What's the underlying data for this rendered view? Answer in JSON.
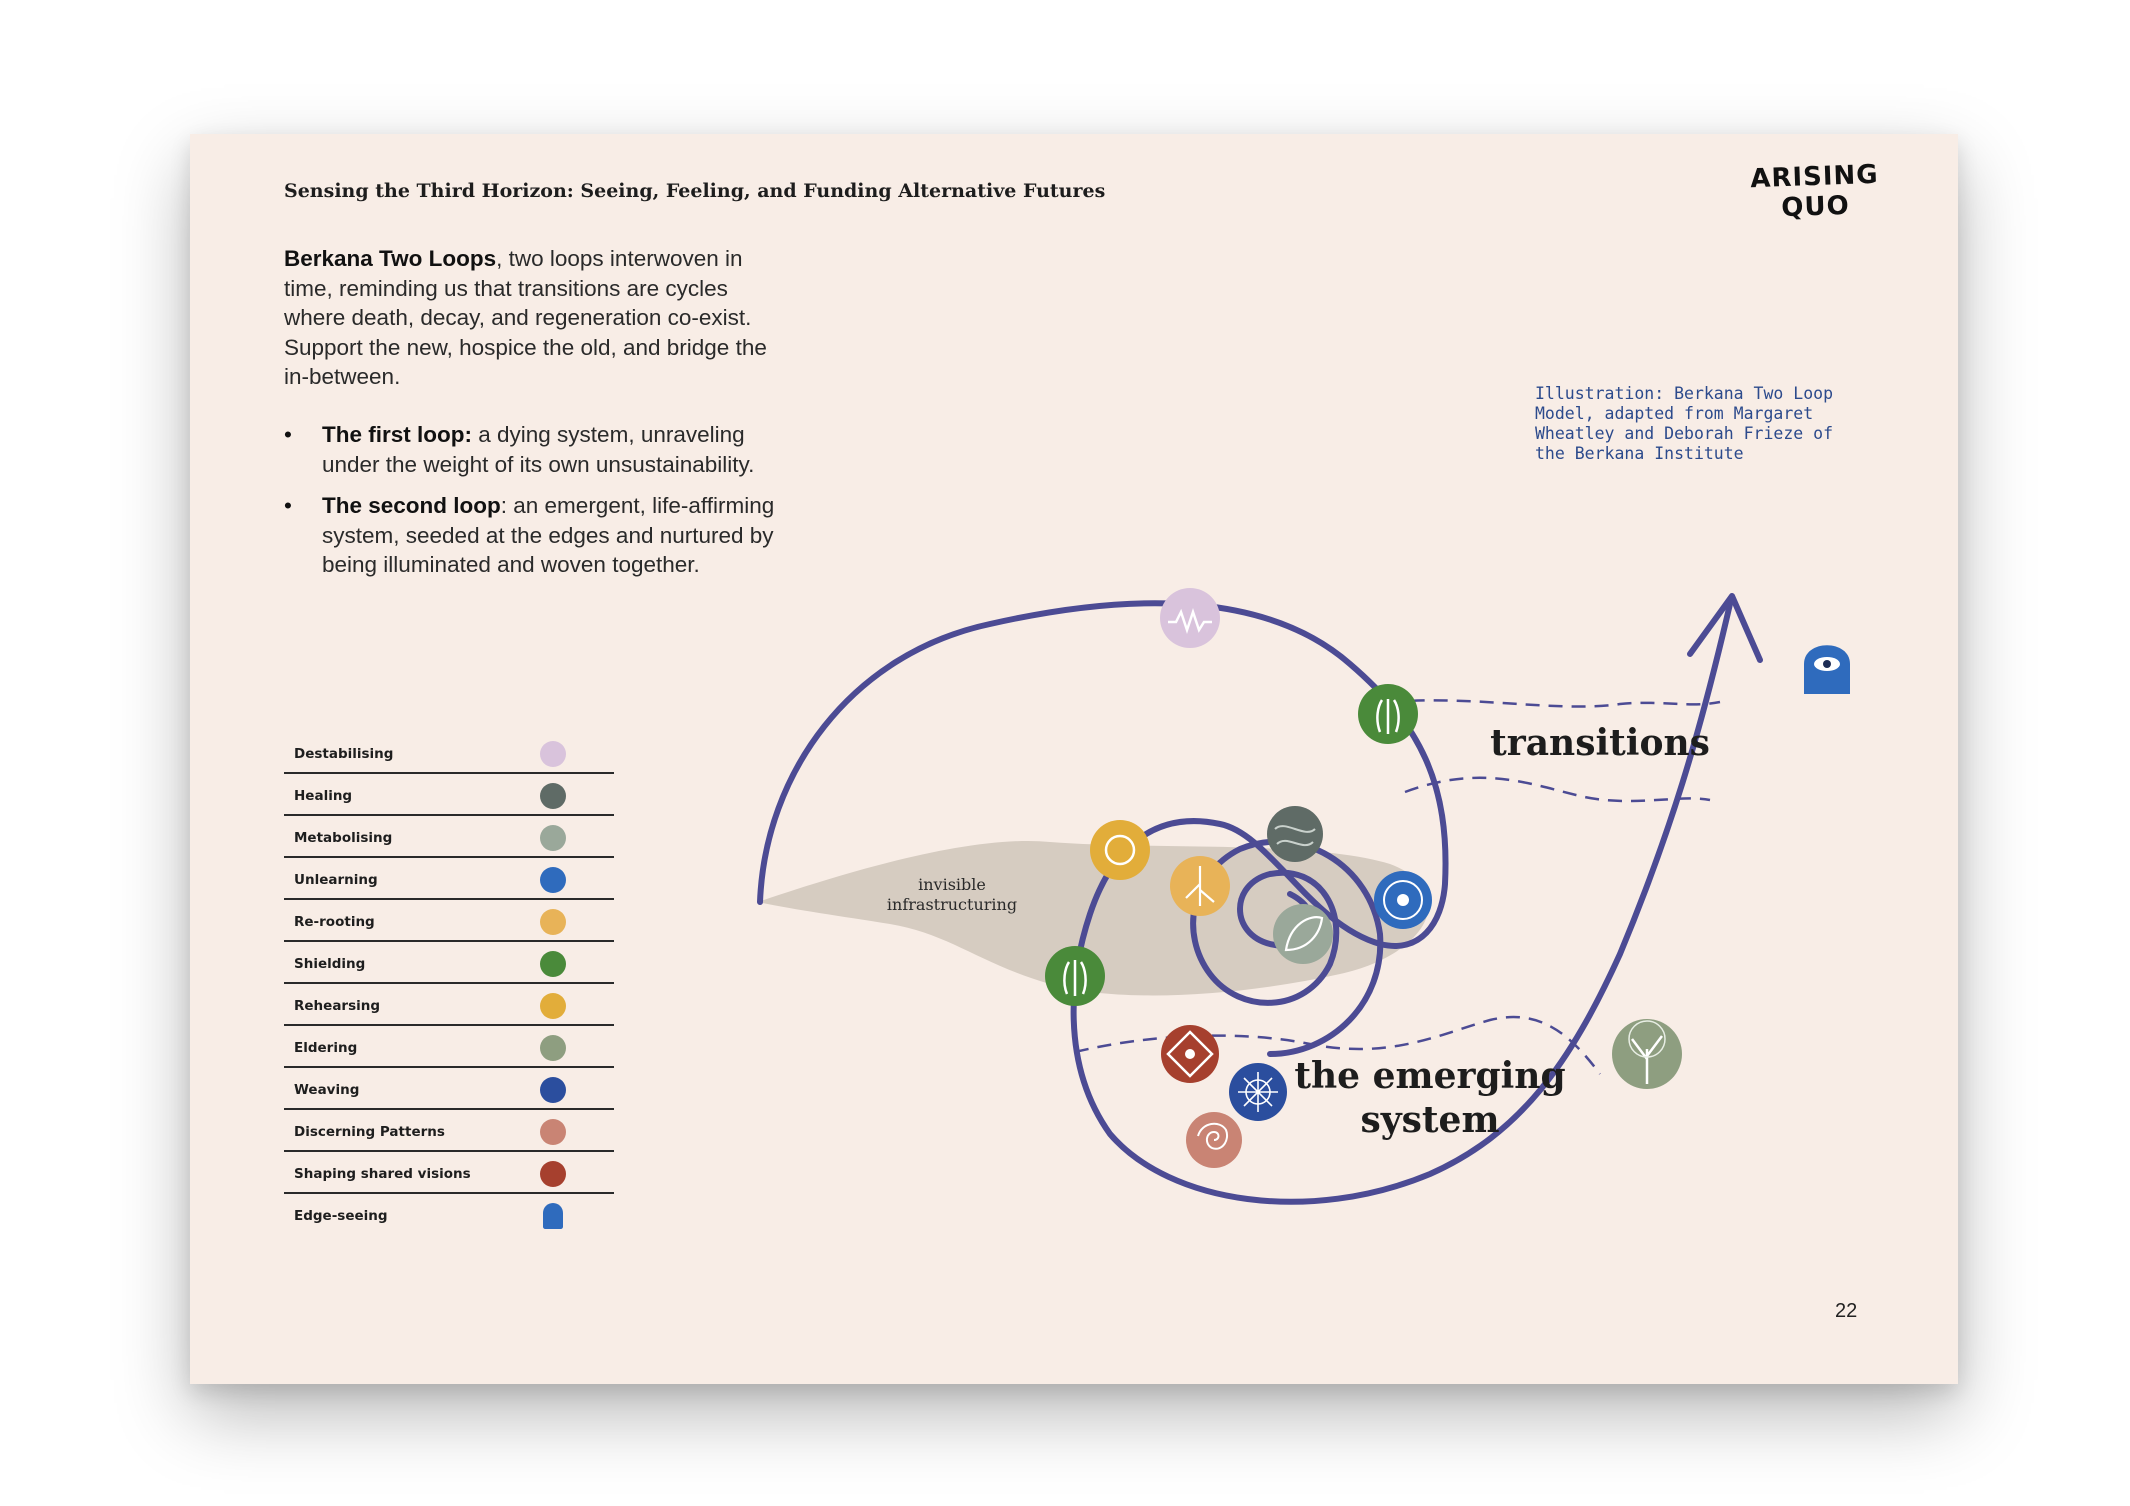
{
  "header": {
    "title": "Sensing the Third Horizon: Seeing, Feeling, and Funding Alternative Futures",
    "logo_line1": "ARISING",
    "logo_line2": "QUO"
  },
  "intro": {
    "heading": "Berkana Two Loops",
    "text": ", two loops interwoven in time, reminding us that transitions are cycles where death, decay, and regeneration co-exist. Support the new, hospice the old, and bridge the in-between."
  },
  "loops": [
    {
      "term": "The first loop:",
      "text": " a dying system, unraveling under the weight of its own unsustainability."
    },
    {
      "term": "The second loop",
      "text": ": an emergent, life-affirming system, seeded at the edges and nurtured by being illuminated and woven together."
    }
  ],
  "caption": "Illustration: Berkana Two Loop Model, adapted from Margaret Wheatley and Deborah Frieze of the Berkana Institute",
  "legend": [
    {
      "label": "Destabilising",
      "color": "#d9c3dc",
      "icon": "zigzag-icon"
    },
    {
      "label": "Healing",
      "color": "#5f6b66",
      "icon": "texture-icon"
    },
    {
      "label": "Metabolising",
      "color": "#9aa89a",
      "icon": "leaf-icon"
    },
    {
      "label": "Unlearning",
      "color": "#2f6bbd",
      "icon": "starburst-icon"
    },
    {
      "label": "Re-rooting",
      "color": "#e8b358",
      "icon": "roots-icon"
    },
    {
      "label": "Shielding",
      "color": "#4a8a3a",
      "icon": "plant-icon"
    },
    {
      "label": "Rehearsing",
      "color": "#e2ad3a",
      "icon": "cycle-icon"
    },
    {
      "label": "Eldering",
      "color": "#8e9e80",
      "icon": "tree-icon"
    },
    {
      "label": "Weaving",
      "color": "#2b4e9e",
      "icon": "web-icon"
    },
    {
      "label": "Discerning Patterns",
      "color": "#c98474",
      "icon": "spiral-icon"
    },
    {
      "label": "Shaping shared visions",
      "color": "#a6402e",
      "icon": "eye-diamond-icon"
    },
    {
      "label": "Edge-seeing",
      "color": "#2f6bbd",
      "icon": "eye-icon"
    }
  ],
  "diagram": {
    "label_invisible_1": "invisible",
    "label_invisible_2": "infrastructuring",
    "label_transitions": "transitions",
    "label_emerging_1": "the emerging",
    "label_emerging_2": "system"
  },
  "page_number": "22"
}
